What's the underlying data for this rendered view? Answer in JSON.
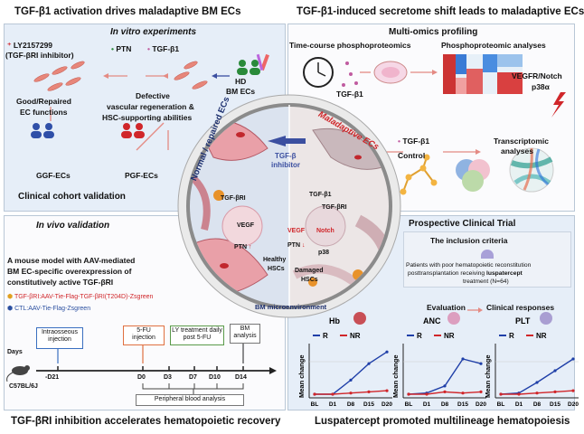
{
  "headers": {
    "top_left": "TGF-β1 activation drives maladaptive BM ECs",
    "top_right": "TGF-β1-induced secretome shift leads to maladaptive ECs",
    "bottom_left": "TGF-βRI inhibition accelerates hematopoietic recovery",
    "bottom_right": "Luspatercept promoted multilineage hematopoiesis"
  },
  "in_vitro": {
    "title": "In vitro experiments",
    "inhibitor_line1": "LY2157299",
    "inhibitor_line2": "(TGF-βRI inhibitor)",
    "ptn": "PTN",
    "tgf": "TGF-β1",
    "hd_line1": "HD",
    "hd_line2": "BM ECs",
    "good_line1": "Good/Repaired",
    "good_line2": "EC functions",
    "defect_line1": "Defective",
    "defect_line2": "vascular regeneration &",
    "defect_line3": "HSC-supporting abilities",
    "ggf": "GGF-ECs",
    "pgf": "PGF-ECs",
    "cohort": "Clinical cohort validation"
  },
  "omics": {
    "title": "Multi-omics profiling",
    "timecourse": "Time-course phosphoproteomics",
    "phospho": "Phosphoproteomic analyses",
    "tgf": "TGF-β1",
    "vegfr_line1": "VEGFR/Notch",
    "vegfr_line2": "p38α",
    "tgf2": "TGF-β1",
    "control": "Control",
    "transcriptomic_line1": "Transcriptomic",
    "transcriptomic_line2": "analyses"
  },
  "center": {
    "normal": "Normal / repaired ECs",
    "maladaptive": "Maladaptive ECs",
    "inhibitor_line1": "TGF-β",
    "inhibitor_line2": "inhibitor",
    "tgfbri_left": "TGF-βRI",
    "vegf_left": "VEGF",
    "ptn_left": "PTN",
    "healthy_line1": "Healthy",
    "healthy_line2": "HSCs",
    "tgf_right": "TGF-β1",
    "tgfbri_right": "TGF-βRI",
    "vegf_right": "VEGF",
    "notch": "Notch",
    "ptn_right": "PTN",
    "p38": "p38",
    "damaged_line1": "Damaged",
    "damaged_line2": "HSCs",
    "bm": "BM microenvironment"
  },
  "in_vivo": {
    "title": "In vivo validation",
    "desc_line1": "A mouse model with AAV-mediated",
    "desc_line2": "BM EC-specific overexpression of",
    "desc_line3": "constitutively active TGF-βRI",
    "construct1": "TGF-βRI:AAV-Tie-Flag-TGF-βRI(T204D)-Zsgreen",
    "construct2": "CTL:AAV-Tie-Flag-Zsgreen",
    "days": "Days",
    "mouse": "C57BL/6J",
    "box_intra": "Intraosseous injection",
    "box_5fu": "5-FU injection",
    "box_ly": "LY treatment daily post 5-FU",
    "box_bm": "BM analysis",
    "ticks": [
      "-D21",
      "D0",
      "D3",
      "D7",
      "D10",
      "D14"
    ],
    "peripheral": "Peripheral blood analysis"
  },
  "trial": {
    "title": "Prospective Clinical Trial",
    "inclusion": "The inclusion criteria",
    "patients_line1": "Patients with poor hematopoietic reconstitution",
    "patients_line2_a": "posttransplantation receiving ",
    "patients_line2_b": "luspatercept",
    "patients_line3": "treatment (N=64)",
    "evaluation": "Evaluation",
    "responses": "Clinical responses"
  },
  "chart_data": [
    {
      "type": "line",
      "title": "Hb",
      "ylabel": "Mean change",
      "categories": [
        "BL",
        "D1",
        "D8",
        "D15",
        "D20"
      ],
      "series": [
        {
          "name": "R",
          "values": [
            0,
            0,
            1.2,
            2.6,
            3.6
          ]
        },
        {
          "name": "NR",
          "values": [
            0,
            0,
            0.1,
            0.2,
            0.3
          ]
        }
      ]
    },
    {
      "type": "line",
      "title": "ANC",
      "ylabel": "Mean change",
      "categories": [
        "BL",
        "D1",
        "D8",
        "D15",
        "D20"
      ],
      "series": [
        {
          "name": "R",
          "values": [
            0,
            0.1,
            0.7,
            3.0,
            2.6
          ]
        },
        {
          "name": "NR",
          "values": [
            0,
            0,
            0.2,
            0.1,
            0.2
          ]
        }
      ]
    },
    {
      "type": "line",
      "title": "PLT",
      "ylabel": "Mean change",
      "categories": [
        "BL",
        "D1",
        "D8",
        "D15",
        "D20"
      ],
      "series": [
        {
          "name": "R",
          "values": [
            0,
            0.1,
            1.0,
            2.0,
            3.0
          ]
        },
        {
          "name": "NR",
          "values": [
            0,
            0,
            0.1,
            0.2,
            0.3
          ]
        }
      ]
    }
  ],
  "colors": {
    "R": "#1f3fa8",
    "NR": "#d0262a",
    "panel_blue": "#e6eef8",
    "circle_left": "#cfd8e8",
    "circle_right": "#e9e4e4",
    "accent": "#d0262a"
  }
}
